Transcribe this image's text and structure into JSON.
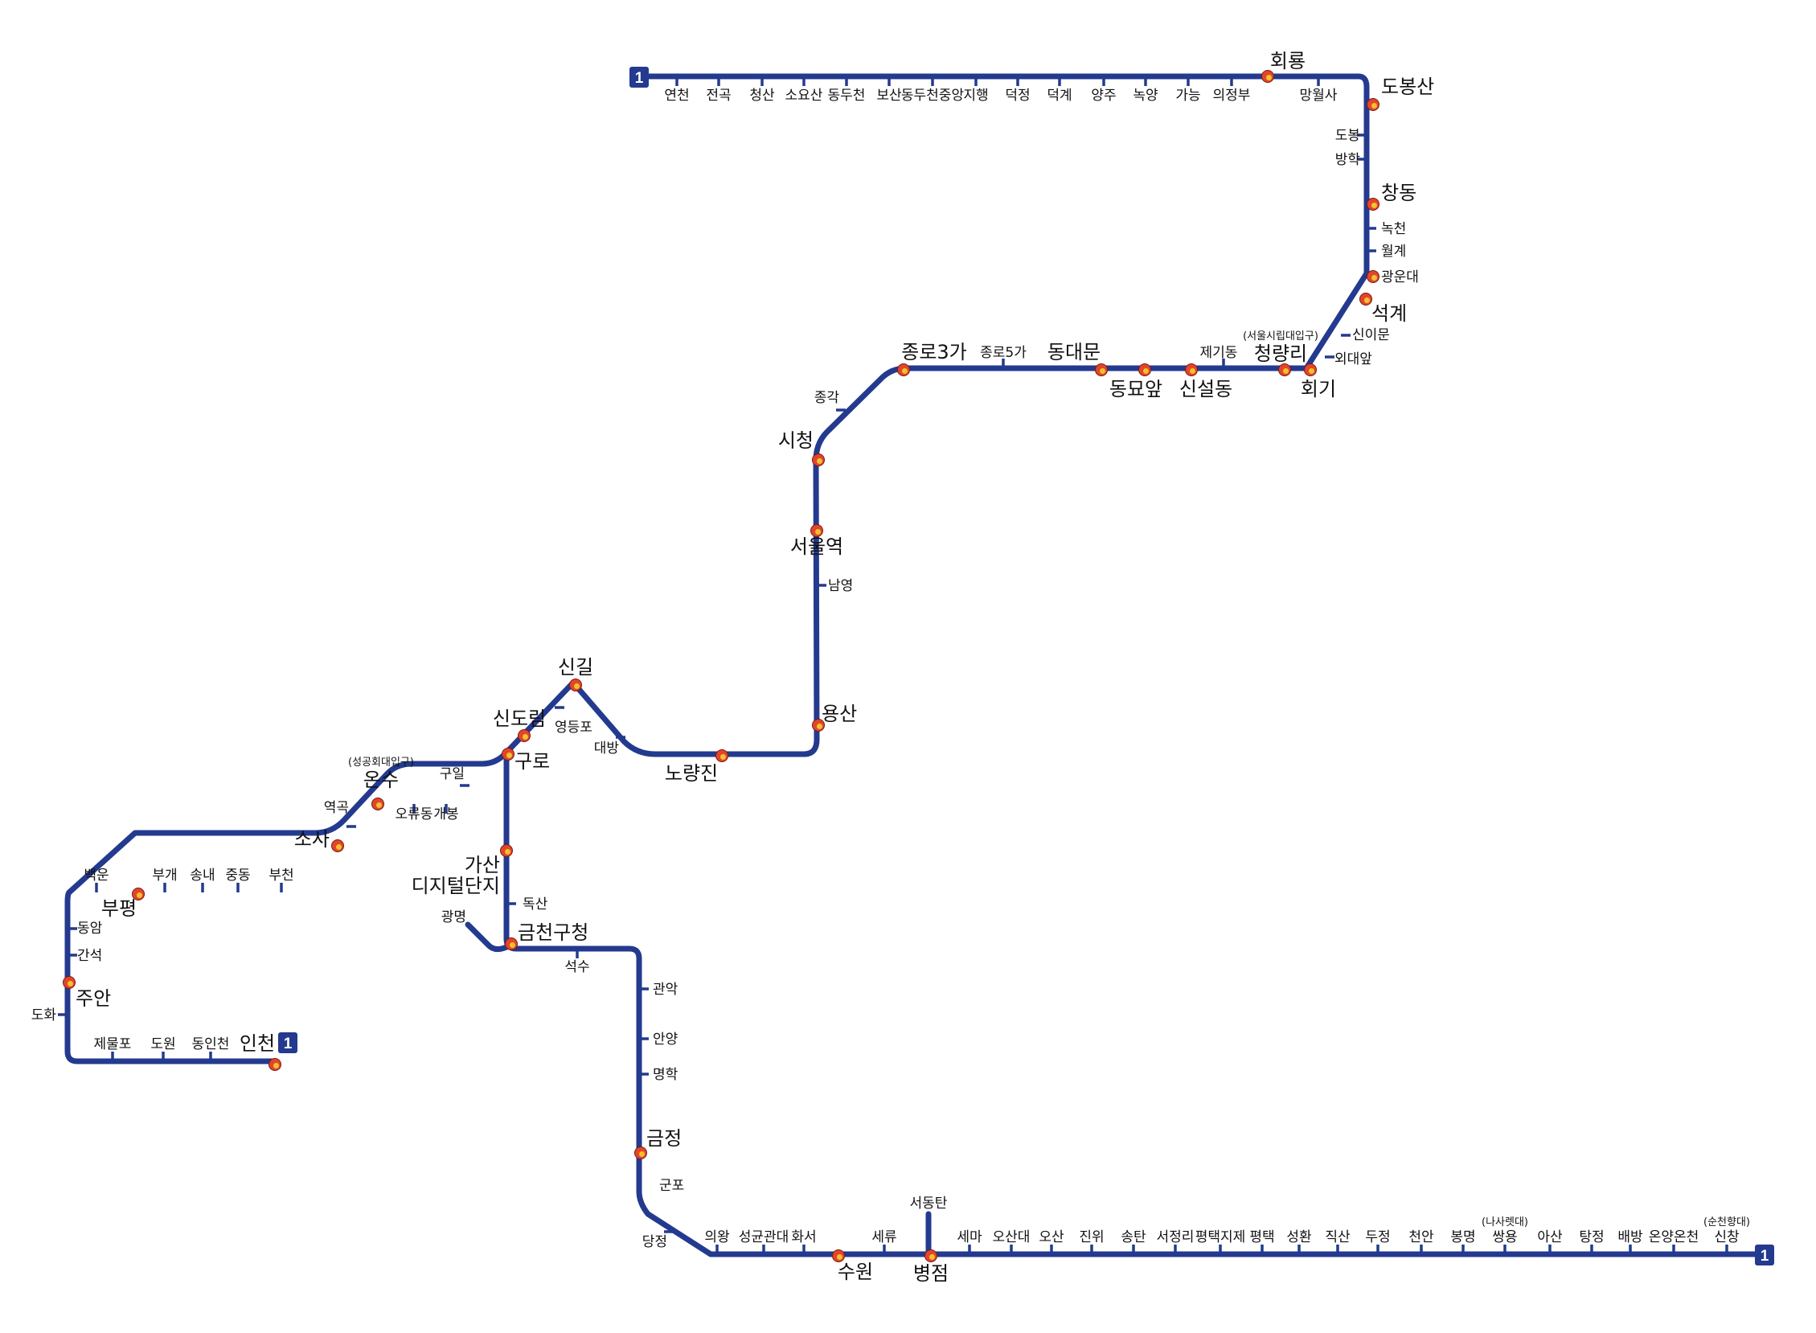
{
  "line": {
    "number": "1",
    "color": "#233a8f",
    "transfer_outer_color": "#e2462a",
    "transfer_inner_color": "#f2c12e"
  },
  "stations": {
    "yeoncheon": "연천",
    "jeongok": "전곡",
    "cheongsan": "청산",
    "soyosan": "소요산",
    "dongducheon": "동두천",
    "bosan": "보산",
    "dongducheon_jungang": "동두천중앙",
    "jihaeng": "지행",
    "deokjeong": "덕정",
    "deokgye": "덕계",
    "yangju": "양주",
    "nogyang": "녹양",
    "ganeung": "가능",
    "uijeongbu": "의정부",
    "hoeryong": "회룡",
    "mangwolsa": "망월사",
    "dobongsan": "도봉산",
    "dobong": "도봉",
    "banghak": "방학",
    "changdong": "창동",
    "nokcheon": "녹천",
    "wolgye": "월계",
    "gwangundae": "광운대",
    "seokgye": "석계",
    "sinimun": "신이문",
    "oedaeap": "외대앞",
    "hoegi": "회기",
    "cheongnyangni": "청량리",
    "cheongnyangni_sub": "(서울시립대입구)",
    "jegidong": "제기동",
    "sinseoldong": "신설동",
    "dongmyoap": "동묘앞",
    "dongdaemun": "동대문",
    "jongno5ga": "종로5가",
    "jongno3ga": "종로3가",
    "jonggak": "종각",
    "cityhall": "시청",
    "seoul": "서울역",
    "namyeong": "남영",
    "yongsan": "용산",
    "noryangjin": "노량진",
    "daebang": "대방",
    "singil": "신길",
    "yeongdeungpo": "영등포",
    "sindorim": "신도림",
    "guro": "구로",
    "guil": "구일",
    "gaebong": "개봉",
    "oryudong": "오류동",
    "onsu": "온수",
    "onsu_sub": "(성공회대입구)",
    "yeokgok": "역곡",
    "sosa": "소사",
    "bucheon": "부천",
    "jungdong": "중동",
    "songnae": "송내",
    "bugae": "부개",
    "bupyeong": "부평",
    "baegun": "백운",
    "dongam": "동암",
    "ganseok": "간석",
    "juan": "주안",
    "dohwa": "도화",
    "jemulpo": "제물포",
    "dowon": "도원",
    "dongincheon": "동인천",
    "incheon": "인천",
    "gasan1": "가산",
    "gasan2": "디지털단지",
    "doksan": "독산",
    "geumcheongu": "금천구청",
    "gwangmyeong": "광명",
    "seoksu": "석수",
    "gwanak": "관악",
    "anyang": "안양",
    "myeonghak": "명학",
    "geumjeong": "금정",
    "gunpo": "군포",
    "dangjeong": "당정",
    "uiwang": "의왕",
    "sungkyunkwan": "성균관대",
    "hwaseo": "화서",
    "suwon": "수원",
    "seryu": "세류",
    "byeongjeom": "병점",
    "seodongtan": "서동탄",
    "sema": "세마",
    "osandae": "오산대",
    "osan": "오산",
    "jinwi": "진위",
    "songtan": "송탄",
    "seojeongni": "서정리",
    "jije": "평택지제",
    "pyeongtaek": "평택",
    "seonghwan": "성환",
    "jiksan": "직산",
    "dujeong": "두정",
    "cheonan": "천안",
    "bongmyeong": "봉명",
    "ssangyong": "쌍용",
    "ssangyong_sub": "(나사렛대)",
    "asan": "아산",
    "tangjeong": "탕정",
    "baebang": "배방",
    "onyangoncheon": "온양온천",
    "sinchang": "신창",
    "sinchang_sub": "(순천향대)"
  }
}
